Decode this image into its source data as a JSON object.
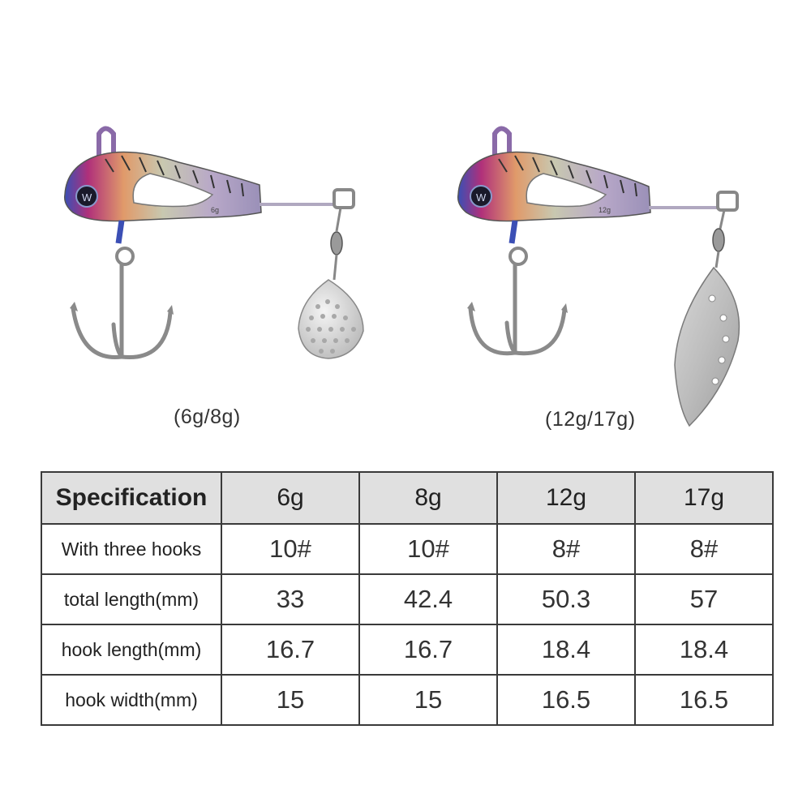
{
  "captions": {
    "left": "(6g/8g)",
    "right": "(12g/17g)"
  },
  "lure_marks": {
    "left_weight": "6g",
    "right_weight": "12g",
    "logo_letter": "W"
  },
  "table": {
    "header": [
      "Specification",
      "6g",
      "8g",
      "12g",
      "17g"
    ],
    "rows": [
      {
        "label": "With three hooks",
        "values": [
          "10#",
          "10#",
          "8#",
          "8#"
        ]
      },
      {
        "label": "total length(mm)",
        "values": [
          "33",
          "42.4",
          "50.3",
          "57"
        ]
      },
      {
        "label": "hook length(mm)",
        "values": [
          "16.7",
          "16.7",
          "18.4",
          "18.4"
        ]
      },
      {
        "label": "hook width(mm)",
        "values": [
          "15",
          "15",
          "16.5",
          "16.5"
        ]
      }
    ]
  }
}
